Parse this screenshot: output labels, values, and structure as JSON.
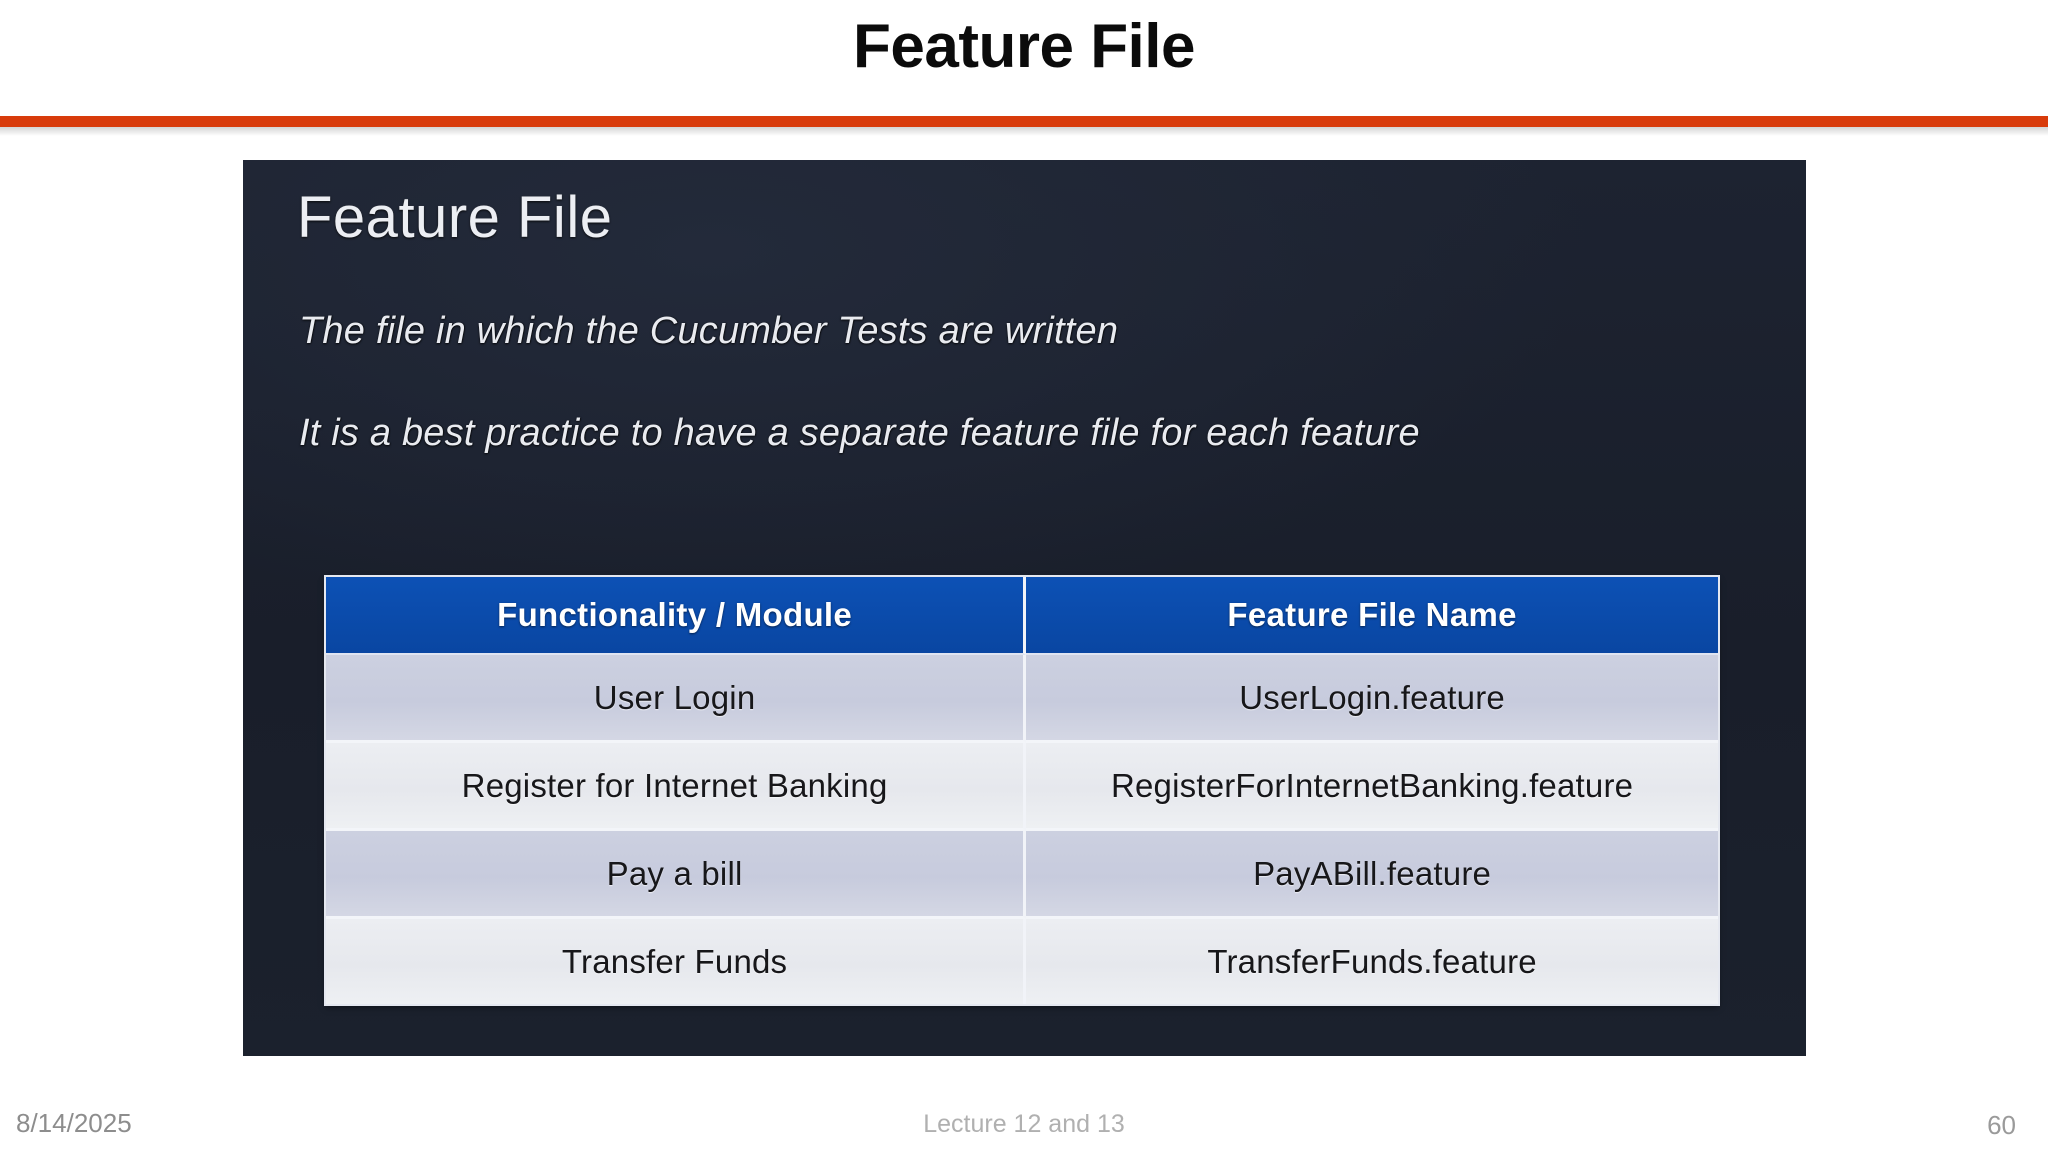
{
  "slide": {
    "title": "Feature File",
    "accent_color": "#d83b0b"
  },
  "panel": {
    "heading": "Feature File",
    "background_color": "#1b212e",
    "lines": [
      "The file in which the Cucumber Tests are written",
      "It is a best practice to have a separate feature file for each feature"
    ],
    "table": {
      "header_color": "#0a4bab",
      "columns": [
        "Functionality / Module",
        "Feature File Name"
      ],
      "rows": [
        [
          "User Login",
          "UserLogin.feature"
        ],
        [
          "Register for Internet Banking",
          "RegisterForInternetBanking.feature"
        ],
        [
          "Pay a bill",
          "PayABill.feature"
        ],
        [
          "Transfer Funds",
          "TransferFunds.feature"
        ]
      ]
    }
  },
  "footer": {
    "date": "8/14/2025",
    "center": "Lecture 12 and 13",
    "page_number": "60"
  }
}
